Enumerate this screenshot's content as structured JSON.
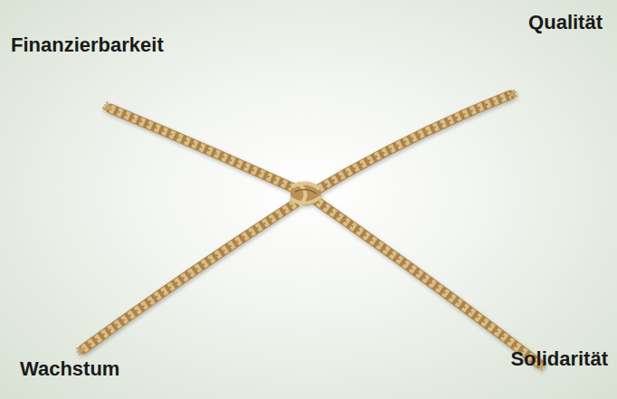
{
  "diagram": {
    "labels": [
      "Finanzierbarkeit",
      "Qualität",
      "Wachstum",
      "Solidarität"
    ]
  }
}
